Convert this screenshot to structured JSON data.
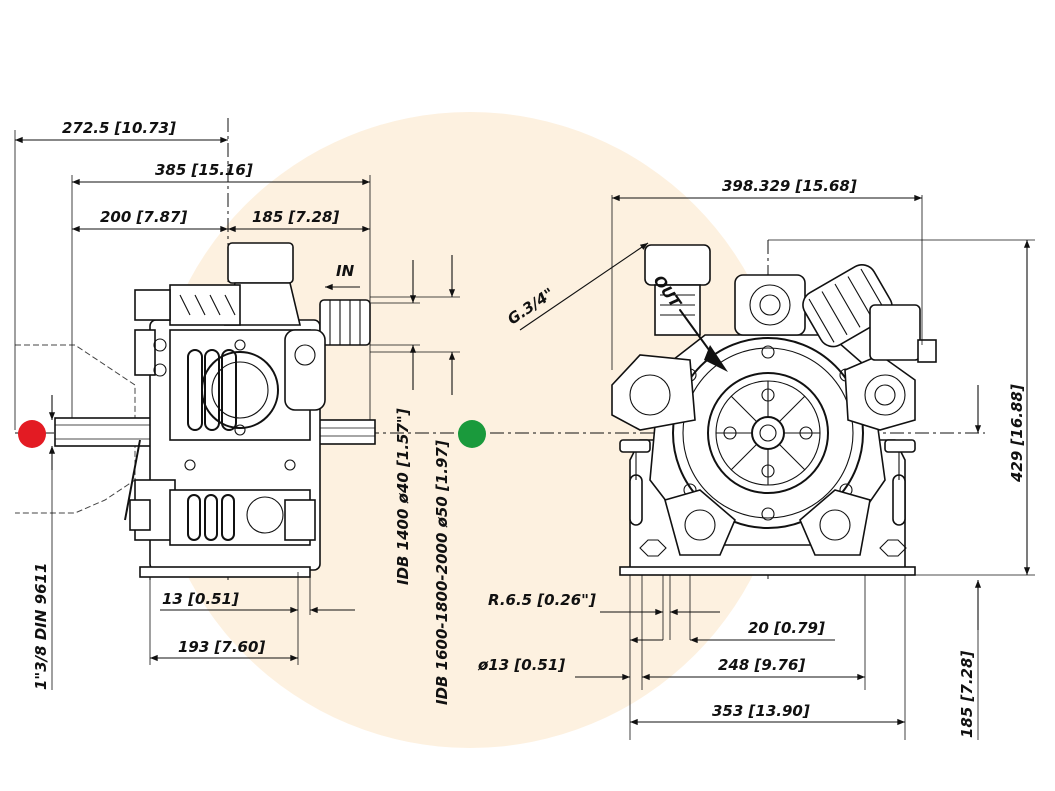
{
  "colors": {
    "background": "#ffffff",
    "watermark": "#fdf1e0",
    "line": "#111111",
    "left_marker": "#e31b23",
    "right_marker": "#1a9a3c"
  },
  "dimensions": {
    "d_272_5": "272.5 [10.73]",
    "d_385": "385 [15.16]",
    "d_200": "200 [7.87]",
    "d_185_top": "185 [7.28]",
    "in_label": "IN",
    "out_label": "OUT",
    "g34": "G.3/4\"",
    "idb1400": "IDB 1400 ø40 [1.57\"]",
    "idb1600": "IDB 1600-1800-2000 ø50 [1.97]",
    "din": "1\"3/8 DIN 9611",
    "d_13_left": "13 [0.51]",
    "d_193": "193 [7.60]",
    "d_398": "398.329 [15.68]",
    "d_429": "429 [16.88]",
    "r65": "R.6.5 [0.26\"]",
    "d_20": "20 [0.79]",
    "d_13_right": "ø13 [0.51]",
    "d_248": "248 [9.76]",
    "d_353": "353 [13.90]",
    "d_185_right": "185 [7.28]"
  }
}
